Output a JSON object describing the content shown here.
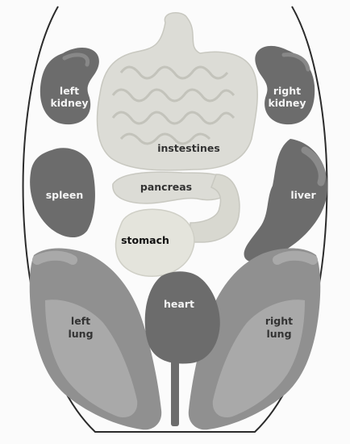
{
  "organs": {
    "left_kidney": [
      "left",
      "kidney"
    ],
    "right_kidney": [
      "right",
      "kidney"
    ],
    "intestines": "instestines",
    "spleen": "spleen",
    "pancreas": "pancreas",
    "liver": "liver",
    "stomach": "stomach",
    "heart": "heart",
    "left_lung": [
      "left",
      "lung"
    ],
    "right_lung": [
      "right",
      "lung"
    ]
  },
  "colors": {
    "background": "#fbfbfb",
    "outline": "#2b2b2b",
    "dark_organ": "#6c6c6c",
    "mid_organ": "#8f8f8f",
    "light_organ": "#dcdcd6",
    "stomach": "#e4e4dc"
  }
}
